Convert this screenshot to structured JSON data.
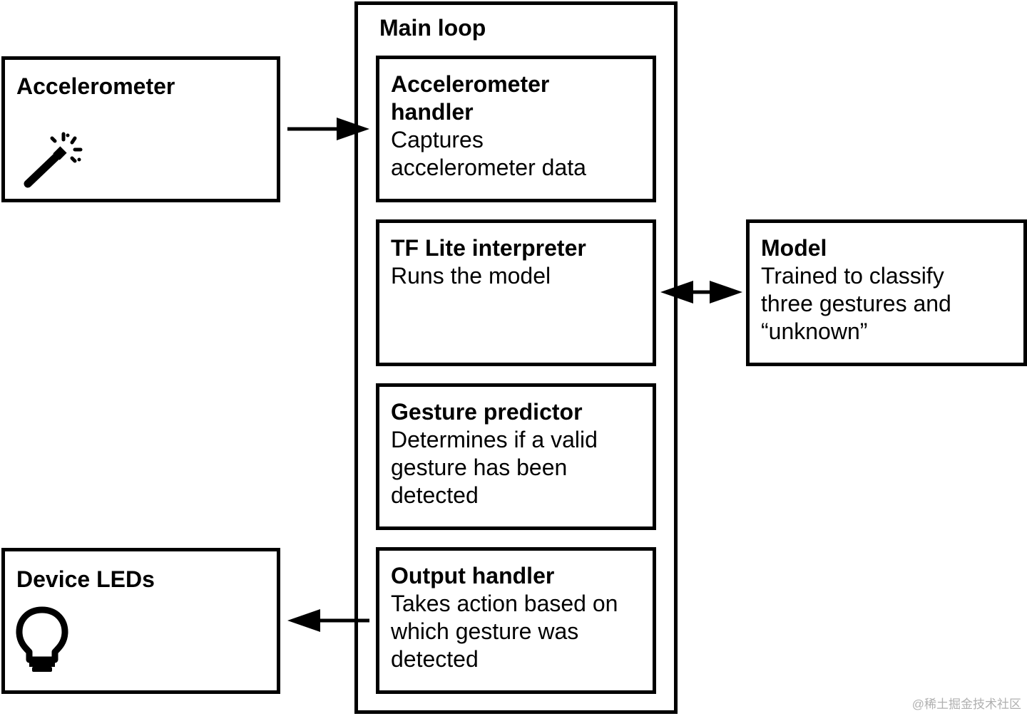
{
  "accelerometer": {
    "title": "Accelerometer",
    "icon": "magic-wand-icon"
  },
  "device_leds": {
    "title": "Device LEDs",
    "icon": "lightbulb-icon"
  },
  "main_loop": {
    "title": "Main loop",
    "components": [
      {
        "title": "Accelerometer handler",
        "description": "Captures accelerometer data"
      },
      {
        "title": "TF Lite interpreter",
        "description": "Runs the model"
      },
      {
        "title": "Gesture predictor",
        "description": "Determines if a valid gesture has been detected"
      },
      {
        "title": "Output handler",
        "description": "Takes action based on which gesture was detected"
      }
    ]
  },
  "model": {
    "title": "Model",
    "description": "Trained to classify three gestures and “unknown”"
  },
  "watermark": "@稀土掘金技术社区"
}
